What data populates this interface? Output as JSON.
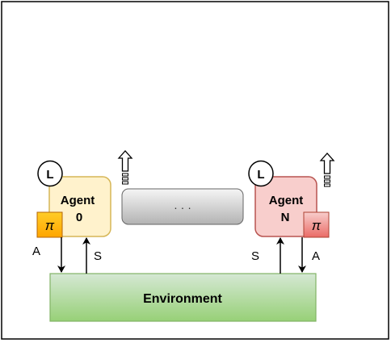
{
  "agents": [
    {
      "line1": "Agent",
      "line2": "0",
      "policy": "π",
      "learner": "L",
      "action_label": "A",
      "state_label": "S",
      "fill": "#fff2cc",
      "stroke": "#d6b656",
      "policy_fill": "#ffa500",
      "policy_stroke": "#b46504"
    },
    {
      "line1": "Agent",
      "line2": "N",
      "policy": "π",
      "learner": "L",
      "action_label": "A",
      "state_label": "S",
      "fill": "#f8cecc",
      "stroke": "#b85450",
      "policy_fill": "#ea6b66",
      "policy_stroke": "#ae4132"
    }
  ],
  "ellipsis": "· · ·",
  "environment": {
    "label": "Environment",
    "fill": "#b9e0a5",
    "stroke": "#82b366"
  },
  "colors": {
    "frame": "#000000",
    "ellipsis_fill": "#e6e6e6",
    "ellipsis_stroke": "#666666"
  },
  "icons": [
    "learner-icon",
    "upload-arrow-icon"
  ]
}
